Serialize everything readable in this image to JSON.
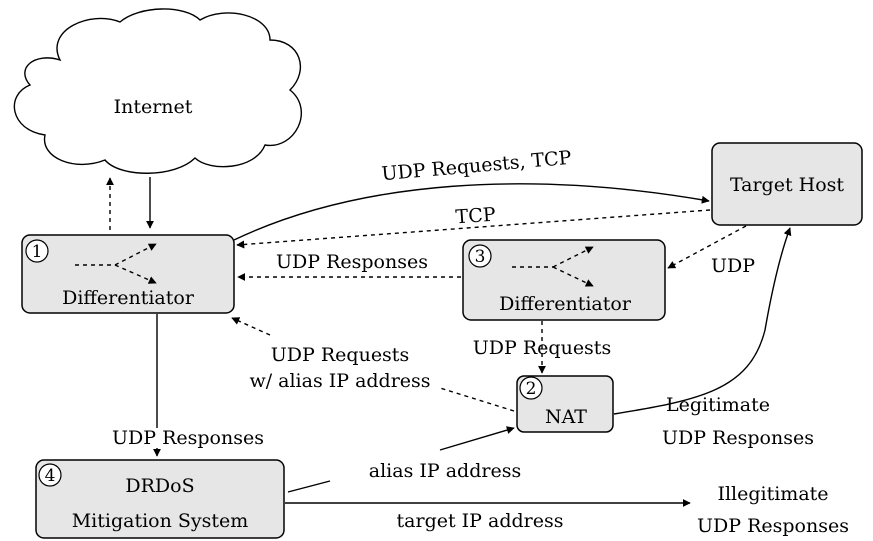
{
  "nodes": {
    "internet": "Internet",
    "target_host": "Target Host",
    "differentiator_1": "Differentiator",
    "differentiator_3": "Differentiator",
    "nat": "NAT",
    "mitigation_line1": "DRDoS",
    "mitigation_line2": "Mitigation System"
  },
  "badges": {
    "b1": "1",
    "b2": "2",
    "b3": "3",
    "b4": "4"
  },
  "edges": {
    "udp_requests_tcp": "UDP Requests, TCP",
    "tcp": "TCP",
    "udp_responses": "UDP Responses",
    "udp": "UDP",
    "udp_requests_nat": "UDP Requests",
    "udp_requests_alias_1": "UDP Requests",
    "udp_requests_alias_2": "w/ alias IP address",
    "udp_responses_down": "UDP Responses",
    "legitimate_1": "Legitimate",
    "legitimate_2": "UDP Responses",
    "alias_ip": "alias IP address",
    "target_ip": "target IP address",
    "illegitimate_1": "Illegitimate",
    "illegitimate_2": "UDP Responses"
  }
}
